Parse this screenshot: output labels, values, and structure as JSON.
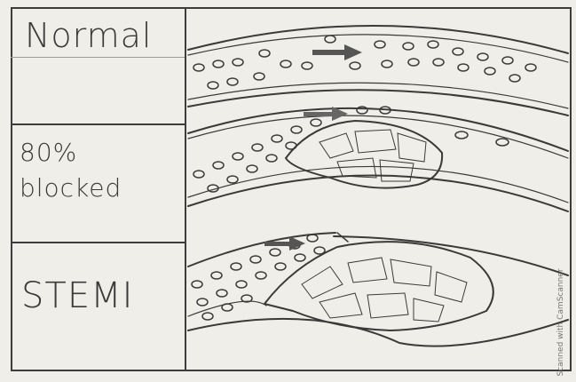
{
  "rows": [
    {
      "label": "Normal"
    },
    {
      "label_line1": "80%",
      "label_line2": "blocked"
    },
    {
      "label": "STEMI"
    }
  ],
  "watermark": "Scanned with CamScanner",
  "colors": {
    "pencil": "#3a3a3a",
    "paper": "#efeee9"
  }
}
